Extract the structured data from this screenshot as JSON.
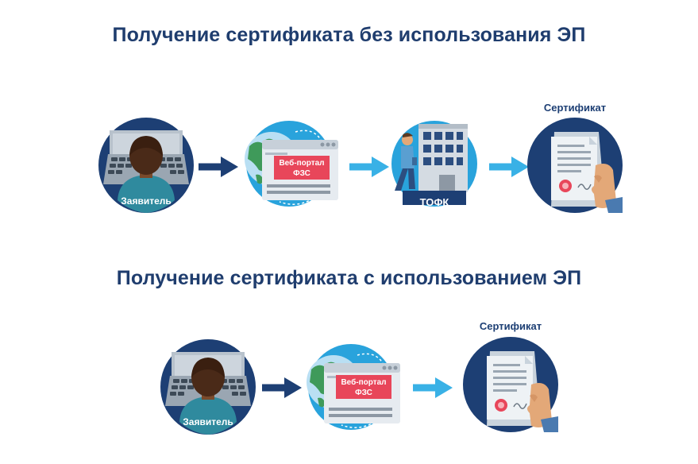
{
  "titles": {
    "without_ep": "Получение сертификата без использования ЭП",
    "with_ep": "Получение сертификата с использованием ЭП"
  },
  "labels": {
    "applicant": "Заявитель",
    "portal_line1": "Веб-портал",
    "portal_line2": "ФЗС",
    "tofk": "ТОФК",
    "certificate": "Сертификат"
  },
  "colors": {
    "navy": "#1d3f74",
    "light_blue": "#29a3dc",
    "arrow_dark": "#1d3f74",
    "arrow_light": "#39b1e6",
    "title": "#1f3d6e",
    "portal_red": "#e8465a"
  },
  "icons": {
    "applicant": "person-at-laptop-icon",
    "portal": "globe-browser-window-icon",
    "tofk": "walking-person-building-icon",
    "certificate": "hand-holding-certificate-icon"
  }
}
